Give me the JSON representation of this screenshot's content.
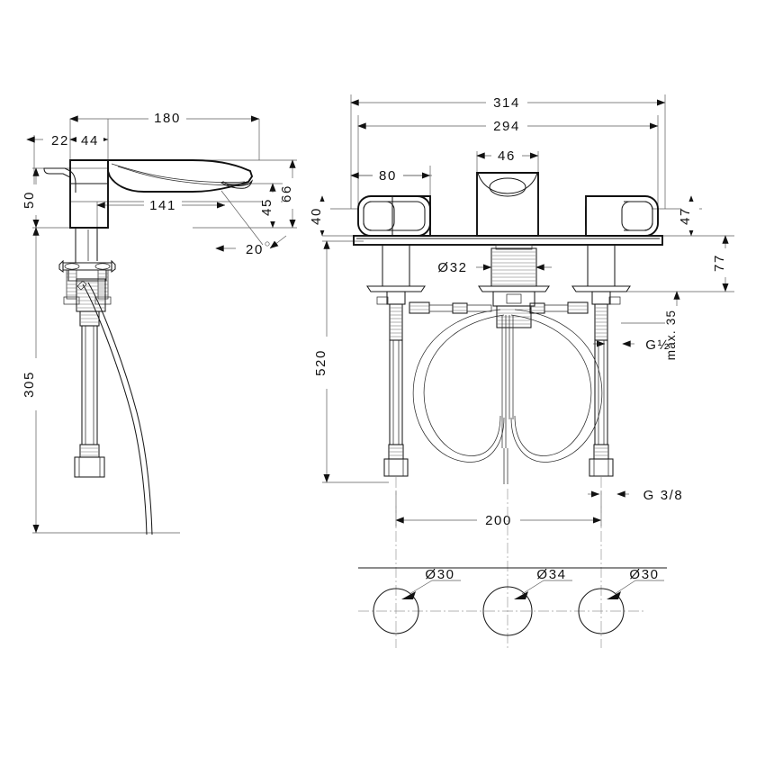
{
  "drawing": {
    "title": "Three-hole basin mixer dimensional drawing",
    "units": "mm",
    "views": [
      {
        "name": "side-elevation",
        "label": ""
      },
      {
        "name": "front-elevation",
        "label": ""
      },
      {
        "name": "hole-pattern-plan",
        "label": ""
      }
    ]
  },
  "side_view": {
    "dimensions": {
      "spout_reach_total": "180",
      "handle_offset": "22",
      "body_width": "44",
      "spout_projection": "141",
      "handle_height": "50",
      "spout_outlet_height": "45",
      "body_height": "66",
      "outlet_angle": "20",
      "below_deck_length": "305"
    }
  },
  "front_view": {
    "dimensions": {
      "overall_width": "314",
      "plate_width": "294",
      "handle_center_offset": "80",
      "spout_body_width": "46",
      "handle_height": "40",
      "spout_body_height": "47",
      "shank_diameter": "Ø32",
      "deck_to_connector": "77",
      "deck_thickness_max": "max. 35",
      "hose_length": "520",
      "supply_thread_upper": "G½",
      "supply_thread_lower": "G 3/8",
      "hole_spacing": "200"
    }
  },
  "hole_plan": {
    "holes": [
      {
        "name": "left-hole",
        "label": "Ø30"
      },
      {
        "name": "center-hole",
        "label": "Ø34"
      },
      {
        "name": "right-hole",
        "label": "Ø30"
      }
    ]
  },
  "colors": {
    "object_line": "#1a1a1a",
    "dimension_line": "#5a5a5a",
    "center_line": "#9a9a9a",
    "background": "#ffffff"
  }
}
